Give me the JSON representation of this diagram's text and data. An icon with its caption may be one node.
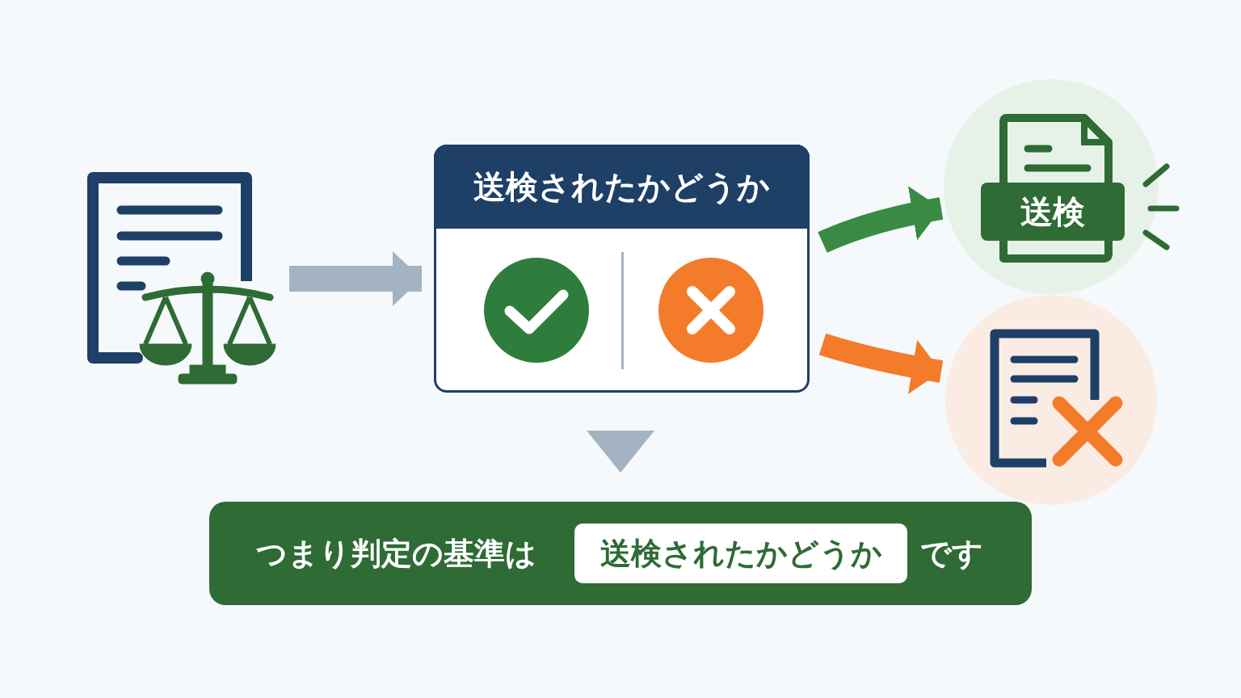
{
  "diagram": {
    "nodes": [
      {
        "text": [],
        "shape": "picture"
      },
      {
        "text": [
          "送検されたかどうか"
        ]
      },
      {
        "text": [],
        "shape": "circle",
        "in": 1
      },
      {
        "text": [],
        "shape": "circle",
        "in": 1
      },
      {
        "text": [
          "送検"
        ]
      },
      {
        "text": [],
        "shape": "circle"
      },
      {
        "text": [
          "つまり判定の基準は",
          "です"
        ]
      },
      {
        "text": [
          "送検されたかどうか"
        ],
        "in": 6
      }
    ],
    "edges": [
      {
        "from": 0,
        "to": 1,
        "arrow": "to"
      },
      {
        "from": 1,
        "to": 4,
        "arrow": "to",
        "color": "#3a8a44"
      },
      {
        "from": 1,
        "to": 5,
        "arrow": "to",
        "color": "#f47b2a"
      },
      {
        "from": 1,
        "to": 6,
        "arrow": "to"
      }
    ]
  }
}
